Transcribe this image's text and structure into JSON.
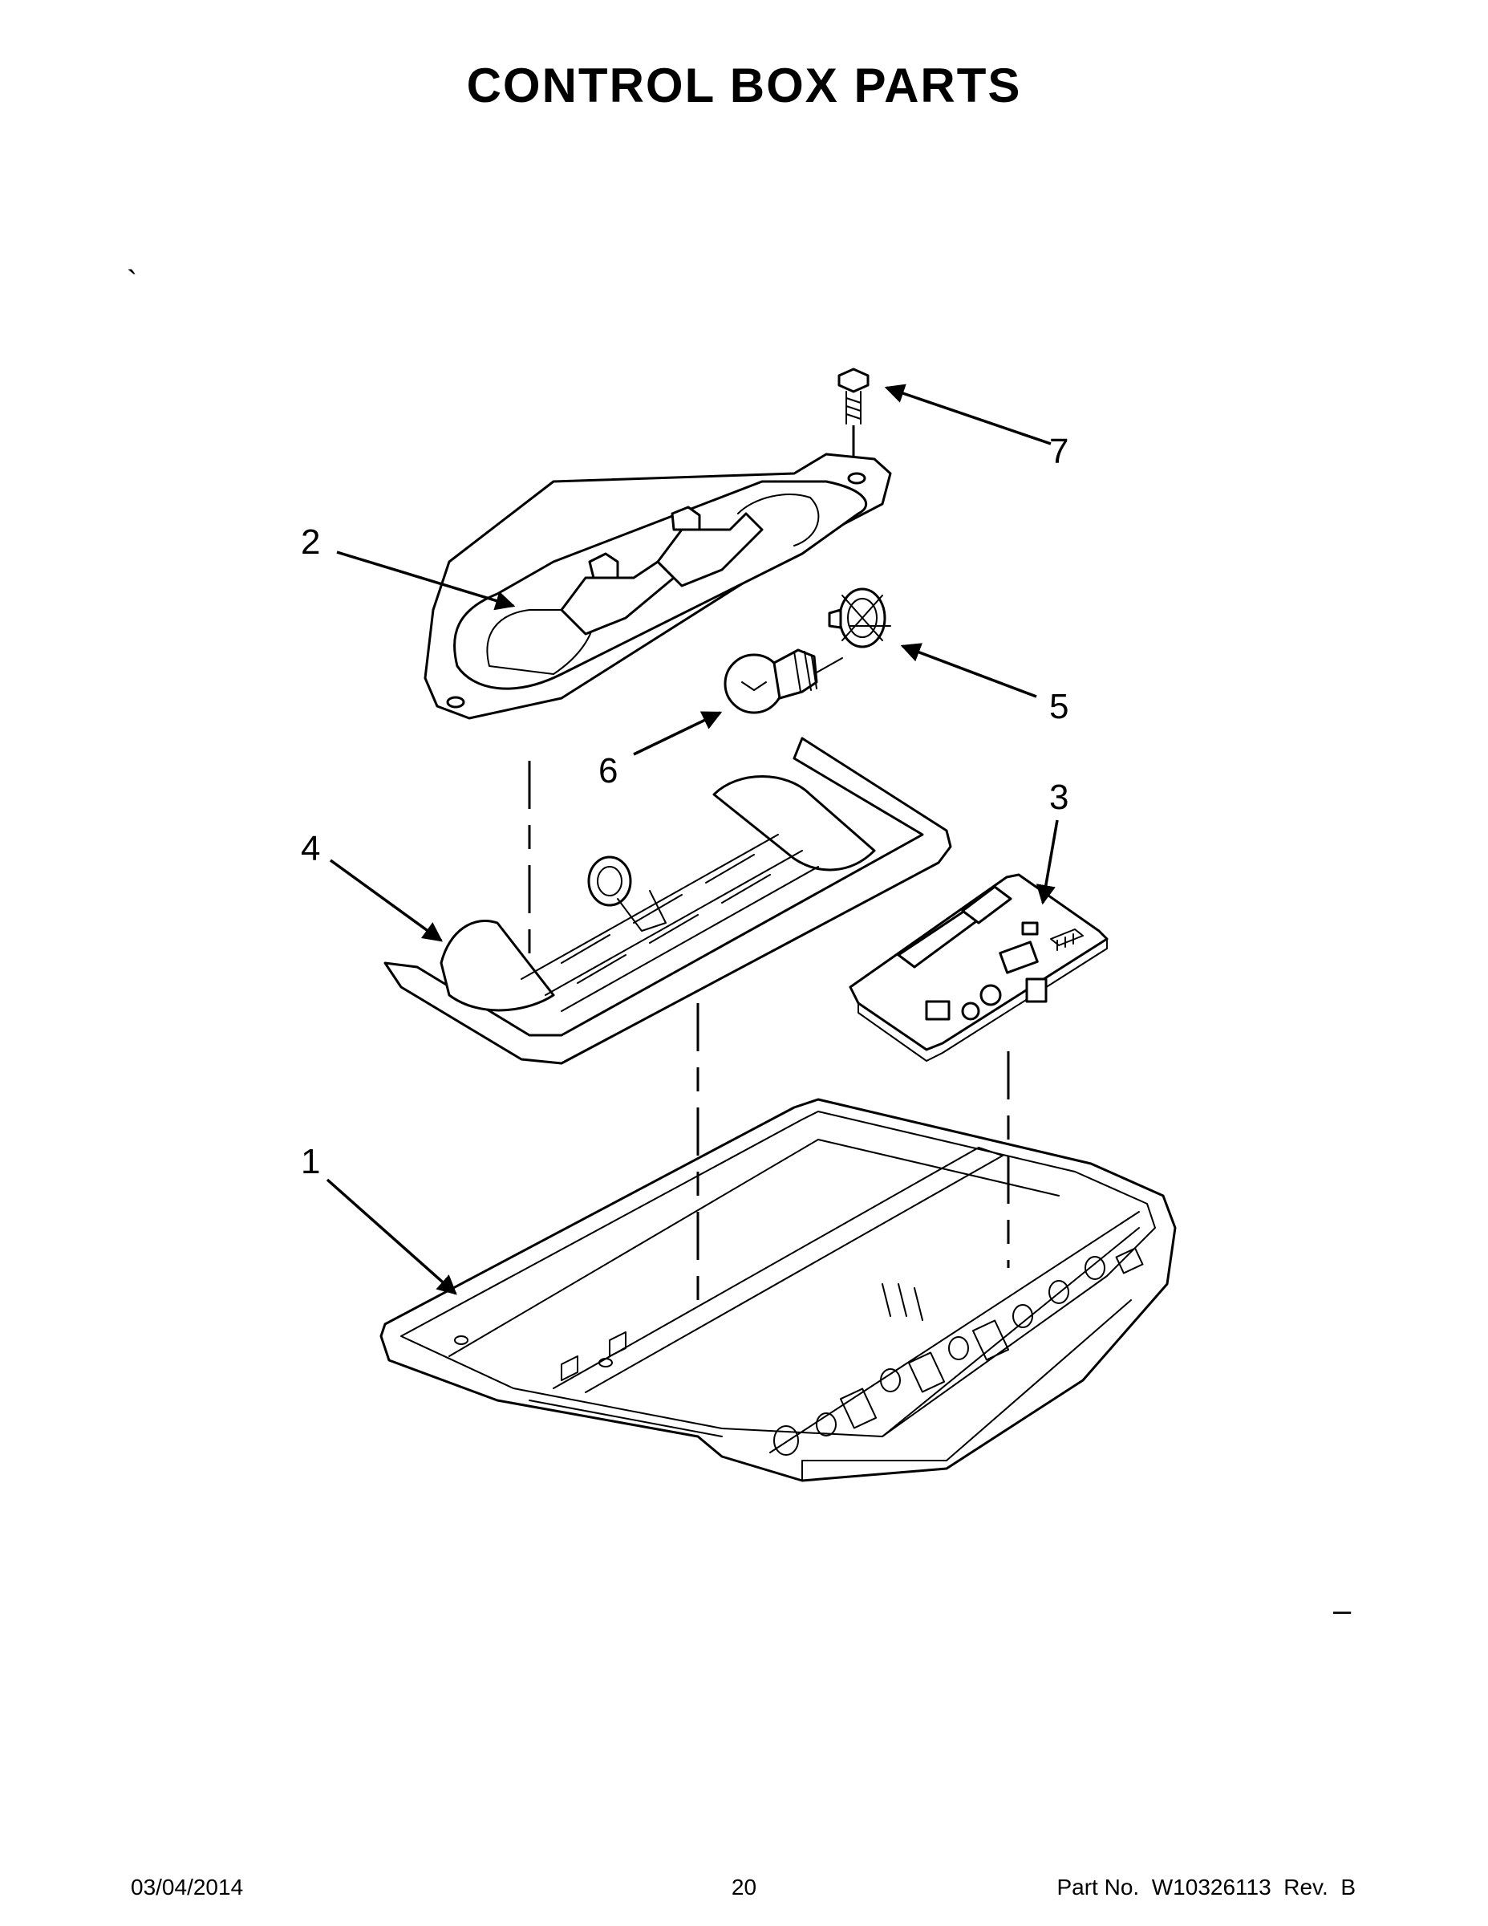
{
  "page": {
    "title": "CONTROL BOX PARTS",
    "stray_marks": [
      "`",
      "–"
    ]
  },
  "diagram": {
    "callouts": [
      {
        "number": "1",
        "icon": "control-box-base"
      },
      {
        "number": "2",
        "icon": "light-housing"
      },
      {
        "number": "3",
        "icon": "circuit-board"
      },
      {
        "number": "4",
        "icon": "housing-tray"
      },
      {
        "number": "5",
        "icon": "lamp-socket"
      },
      {
        "number": "6",
        "icon": "light-bulb"
      },
      {
        "number": "7",
        "icon": "screw"
      }
    ]
  },
  "footer": {
    "date": "03/04/2014",
    "page_number": "20",
    "part_label": "Part No.",
    "part_number": "W10326113",
    "rev_label": "Rev.",
    "rev_value": "B"
  }
}
